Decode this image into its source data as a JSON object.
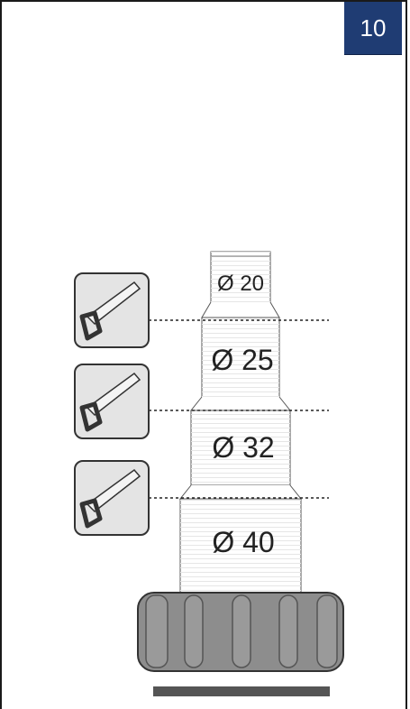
{
  "step": {
    "number": "10",
    "color": "#1f3c73"
  },
  "diagram": {
    "sections": [
      {
        "label": "Ø 20"
      },
      {
        "label": "Ø 25"
      },
      {
        "label": "Ø 32"
      },
      {
        "label": "Ø 40"
      }
    ],
    "cut_icons": [
      {
        "icon": "saw-icon"
      },
      {
        "icon": "saw-icon"
      },
      {
        "icon": "saw-icon"
      }
    ],
    "colors": {
      "adapter_fill": "#ffffff",
      "adapter_stroke": "#555555",
      "nut_fill": "#8d8d8d",
      "icon_bg": "#e4e4e4",
      "base_bar": "#555555"
    }
  }
}
